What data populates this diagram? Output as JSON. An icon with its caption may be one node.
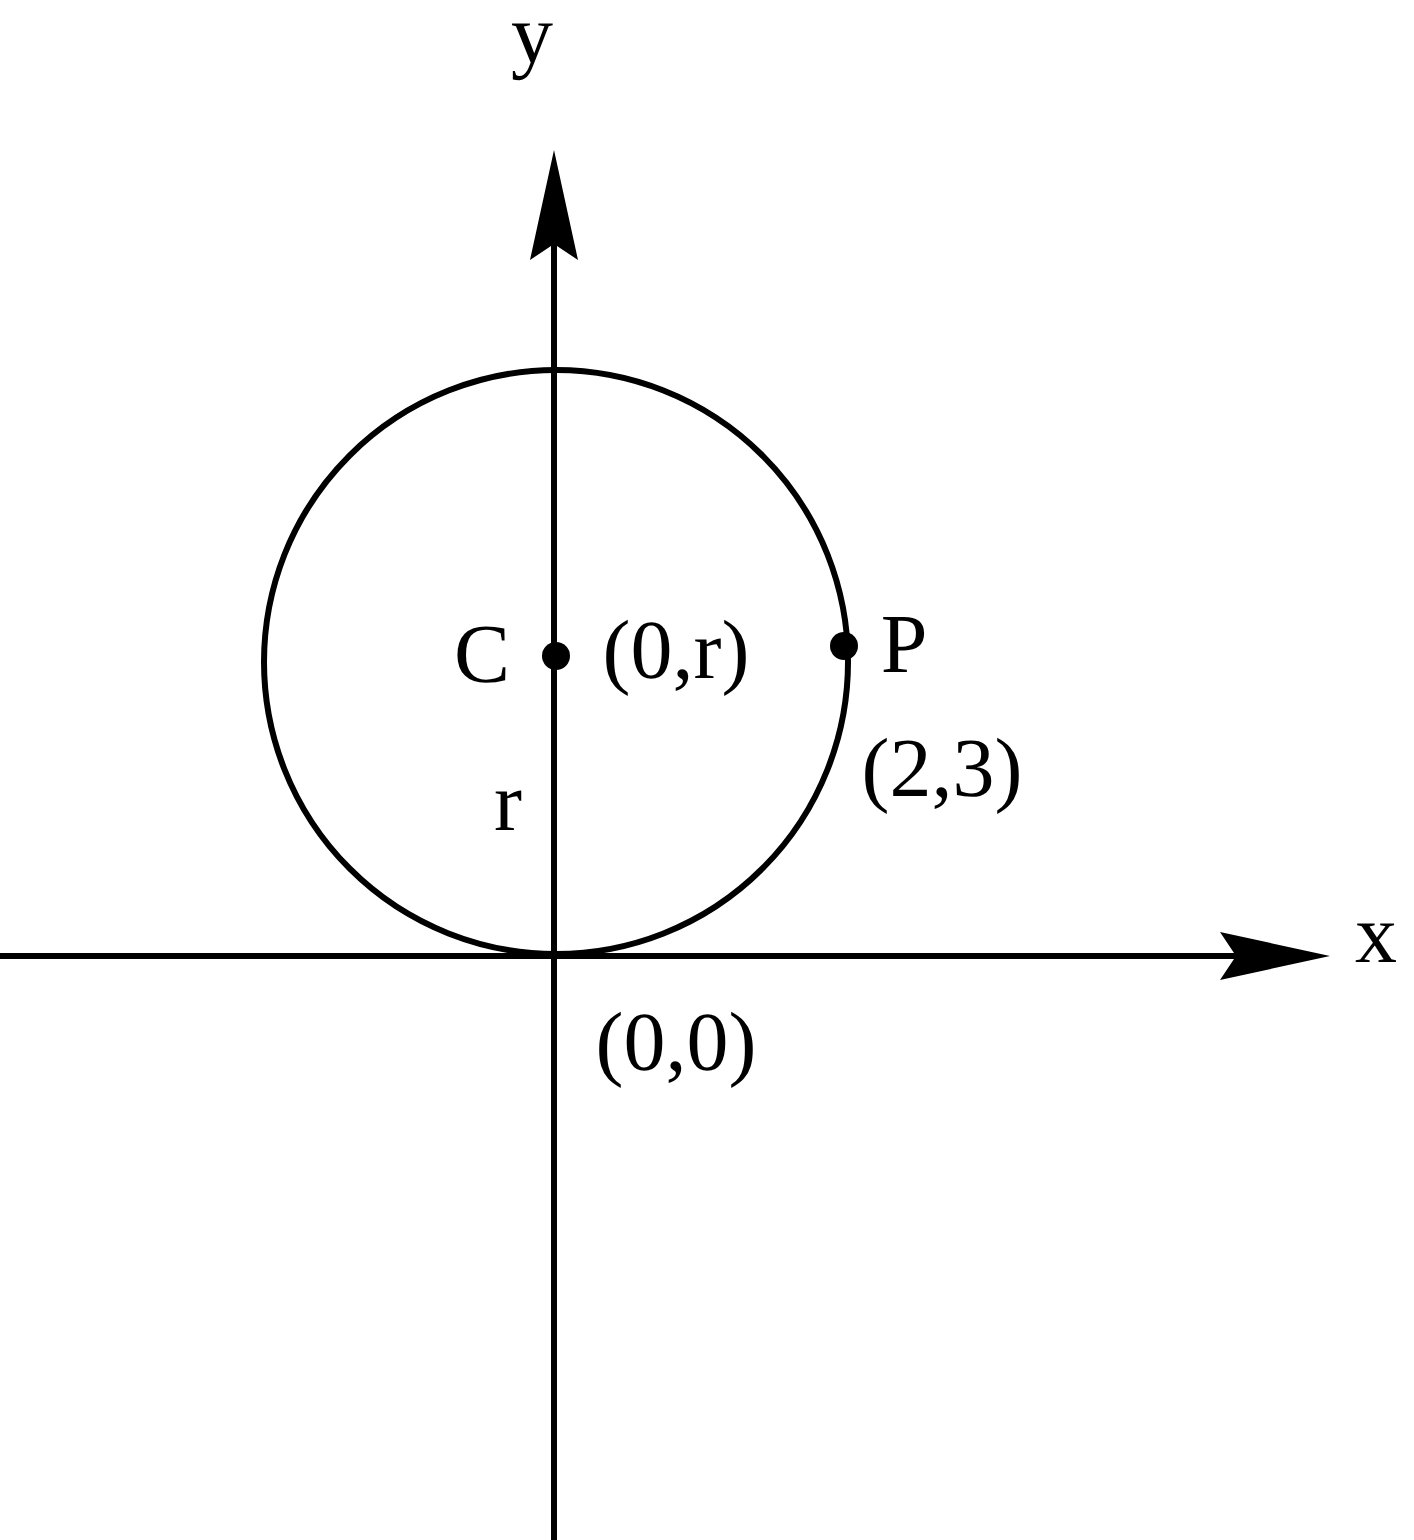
{
  "diagram": {
    "labels": [
      "y",
      "C",
      "(0,r)",
      "P",
      "(2,3)",
      "r",
      "x",
      "(0,0)"
    ]
  }
}
